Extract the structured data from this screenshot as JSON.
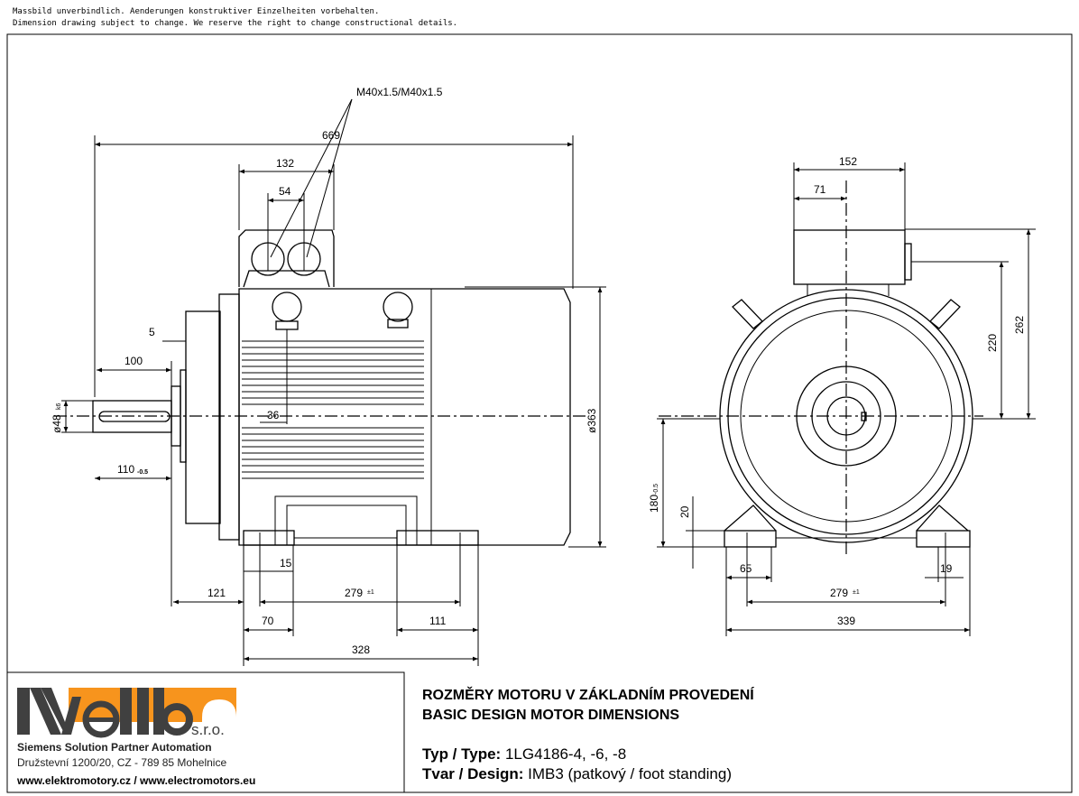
{
  "notes": {
    "line1": "Massbild unverbindlich. Aenderungen konstruktiver Einzelheiten vorbehalten.",
    "line2": "Dimension drawing subject to change. We reserve the right to change constructional details."
  },
  "side_view": {
    "cable_gland": "M40x1.5/M40x1.5",
    "d669": "669",
    "d132": "132",
    "d54": "54",
    "d5": "5",
    "d100": "100",
    "d48": "ø48",
    "d48_tol": "k6",
    "d110": "110",
    "d110_tol": "-0.5",
    "d36": "36",
    "d363": "ø363",
    "d15": "15",
    "d121": "121",
    "d279": "279",
    "d279_tol": "±1",
    "d70": "70",
    "d111": "111",
    "d328": "328"
  },
  "front_view": {
    "d152": "152",
    "d71": "71",
    "d262": "262",
    "d220": "220",
    "d180": "180",
    "d180_tol": "-0.5",
    "d20": "20",
    "d65": "65",
    "d19": "19",
    "d279": "279",
    "d279_tol": "±1",
    "d339": "339"
  },
  "logo": {
    "brand": "Kvello",
    "suffix": "s.r.o.",
    "tagline": "Siemens Solution Partner Automation",
    "address": "Družstevní 1200/20, CZ - 789 85 Mohelnice",
    "web": "www.elektromotory.cz / www.electromotors.eu",
    "orange": "#f7941d",
    "dark": "#404040"
  },
  "title_block": {
    "title_cz": "ROZMĚRY MOTORU V ZÁKLADNÍM PROVEDENÍ",
    "title_en": "BASIC DESIGN MOTOR DIMENSIONS",
    "type_label": "Typ / Type:",
    "type_value": "1LG4186-4, -6, -8",
    "design_label": "Tvar / Design:",
    "design_value": "IMB3 (patkový / foot standing)"
  }
}
